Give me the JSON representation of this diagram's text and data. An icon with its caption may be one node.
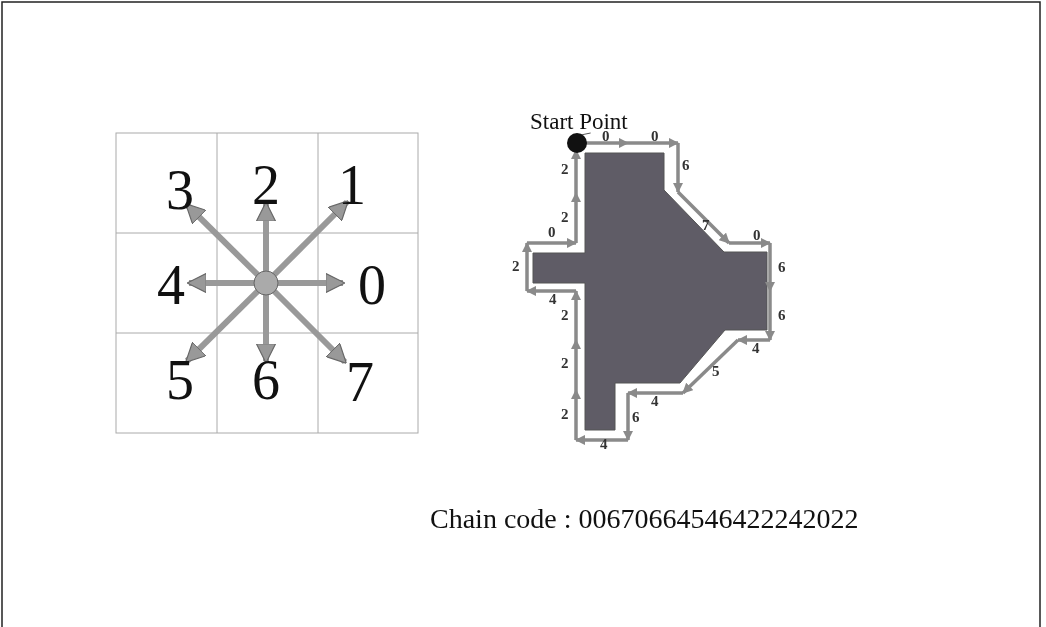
{
  "diagram": {
    "nodes": [
      {
        "text": [
          "Start Point"
        ]
      },
      {
        "text": [],
        "shape": "circle"
      }
    ],
    "edges": [
      {
        "from": 0,
        "to": 1,
        "arrow": "none"
      }
    ],
    "labels": [
      "3",
      "2",
      "1",
      "4",
      "0",
      "5",
      "6",
      "7",
      "0",
      "0",
      "6",
      "7",
      "0",
      "6",
      "6",
      "4",
      "5",
      "4",
      "6",
      "4",
      "2",
      "2",
      "2",
      "4",
      "2",
      "0",
      "2",
      "2",
      "Chain code : 00670664546422242022"
    ]
  }
}
